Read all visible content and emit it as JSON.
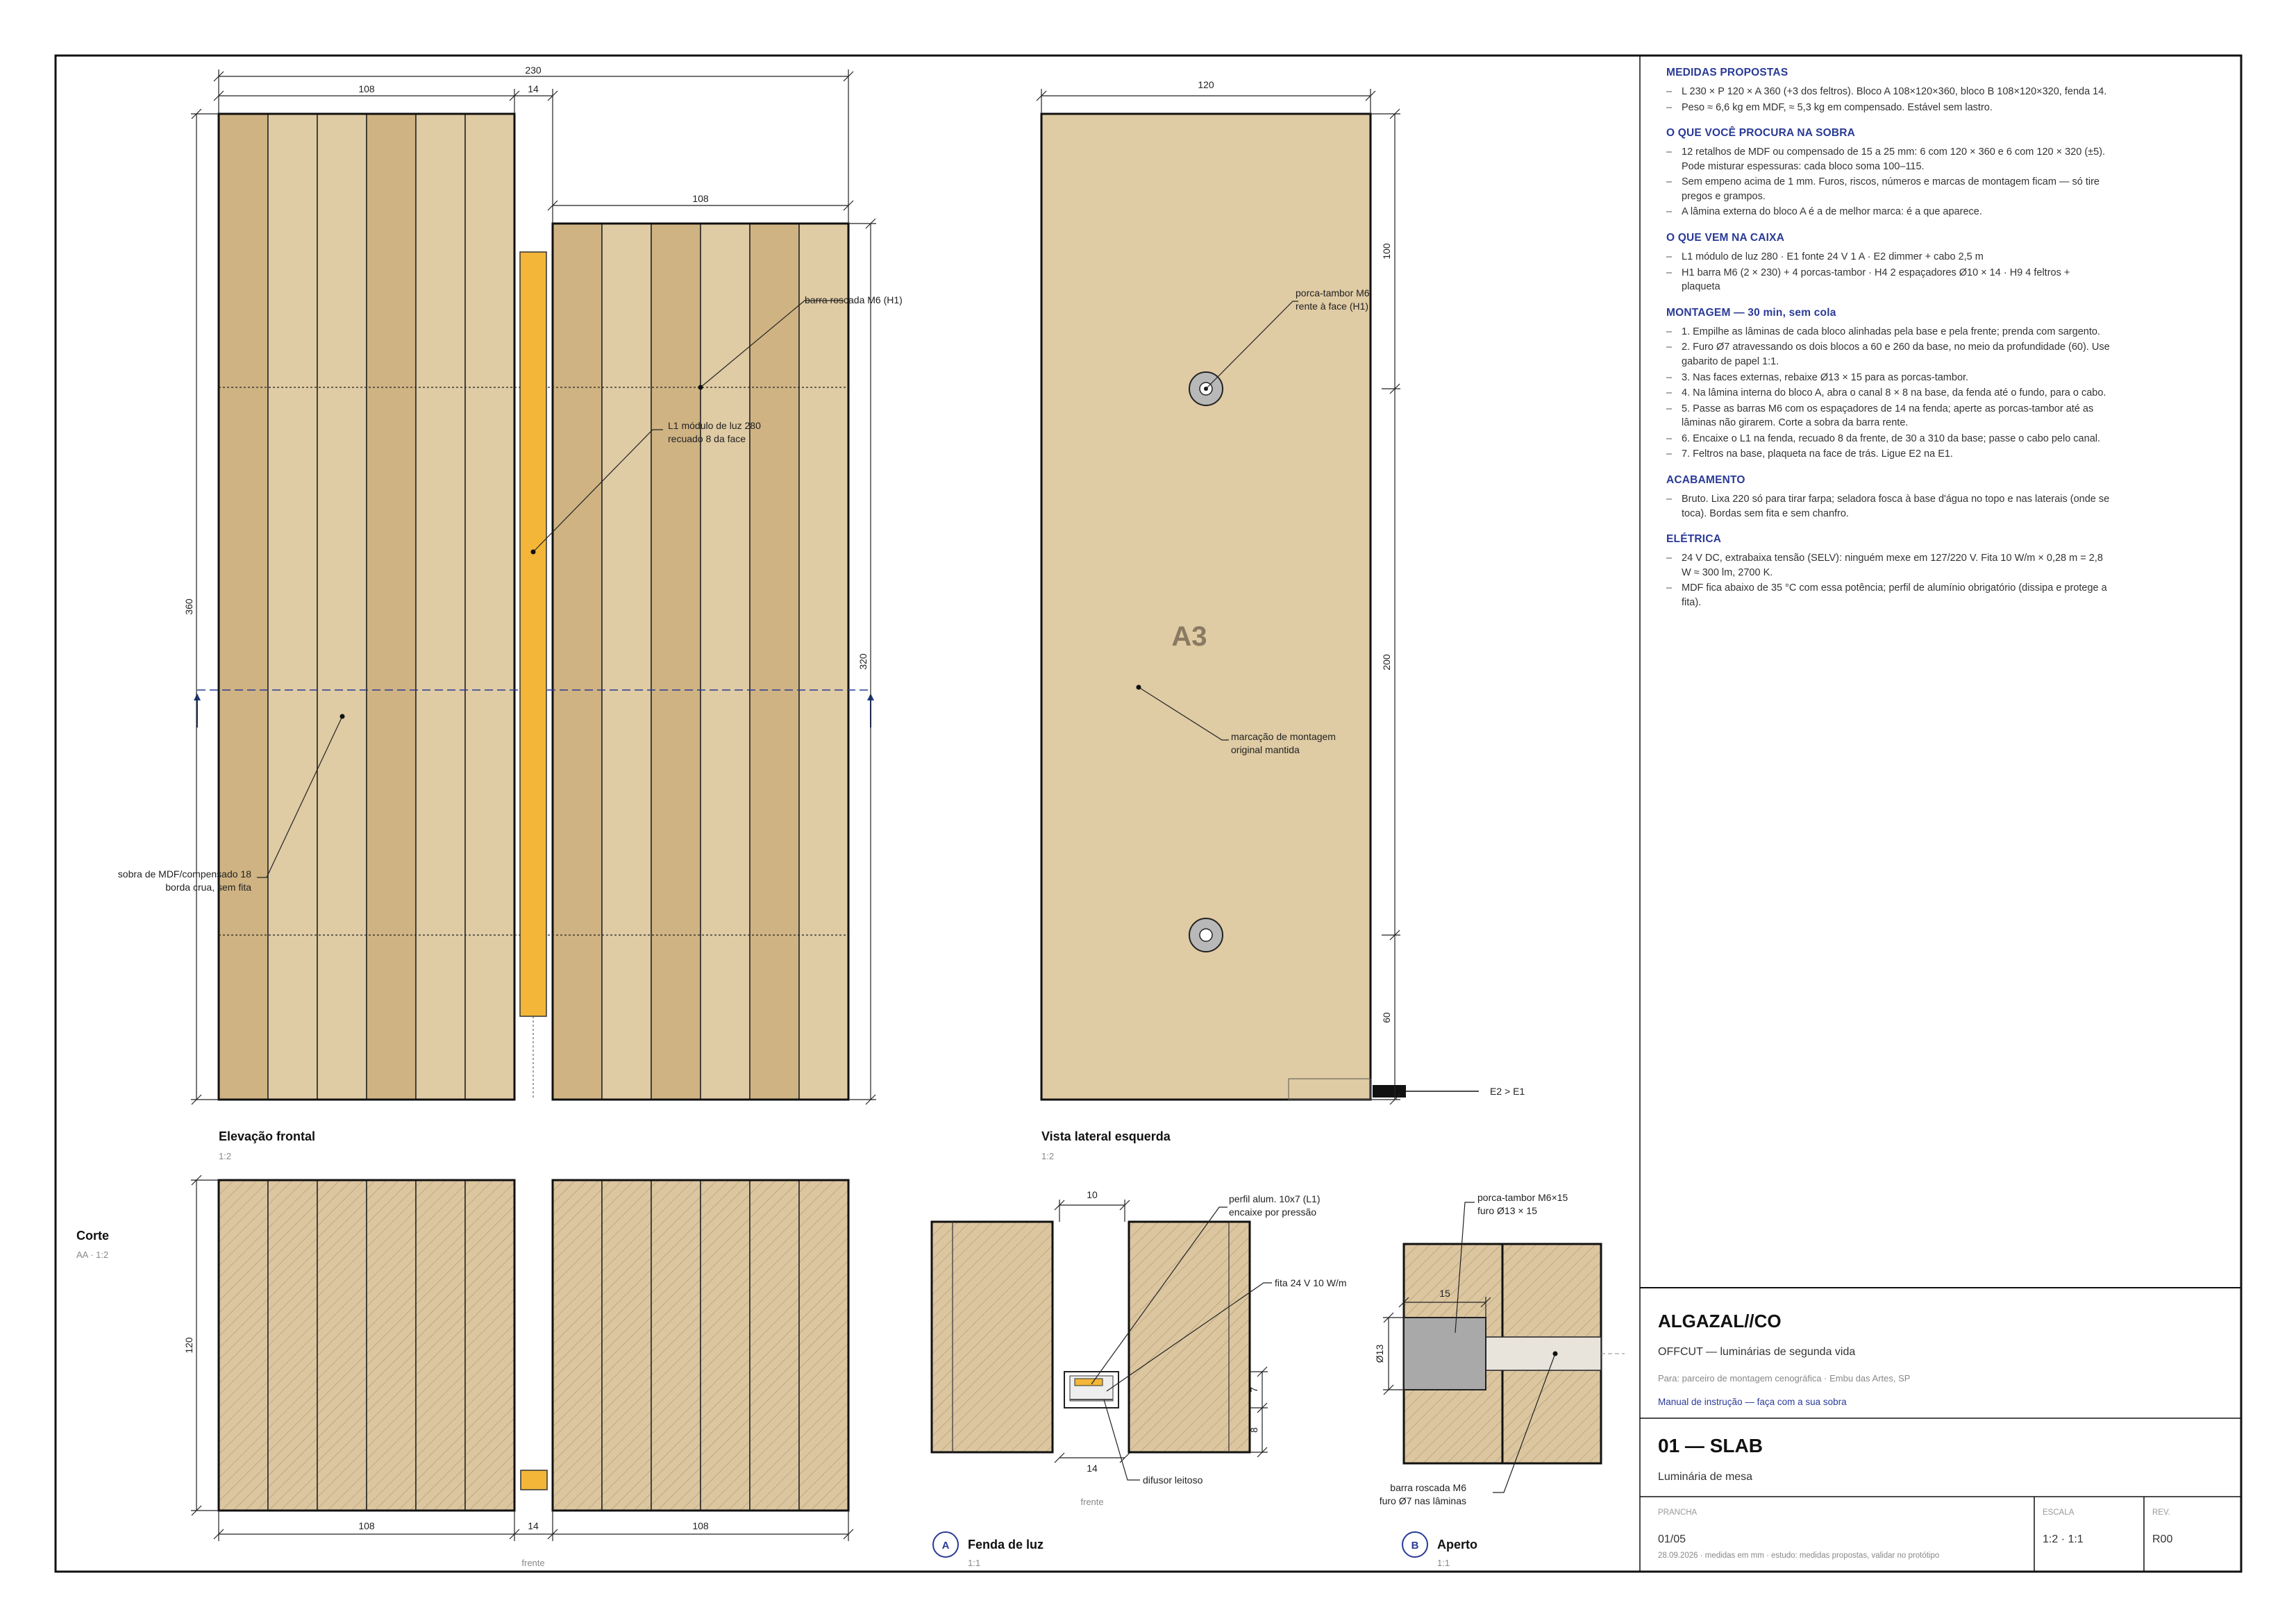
{
  "drawing": {
    "overall_width": "230",
    "block_a_width": "108",
    "gap_width": "14",
    "block_b_width": "108",
    "block_a_height": "360",
    "block_b_height": "320",
    "side_depth": "120",
    "side_dim_top": "100",
    "side_dim_mid": "200",
    "side_dim_bottom": "60",
    "section_height": "120",
    "label_rod": "barra roscada M6 (H1)",
    "label_light_1": "L1 módulo de luz 280",
    "label_light_2": "recuado 8 da face",
    "label_offcut_1": "sobra de MDF/compensado 18",
    "label_offcut_2": "borda crua, sem fita",
    "label_nut_1": "porca-tambor M6",
    "label_nut_2": "rente à face (H1)",
    "stamp": "A3",
    "label_mark_1": "marcação de montagem",
    "label_mark_2": "original mantida",
    "label_power": "E2 > E1",
    "view_front_title": "Elevação frontal",
    "view_front_scale": "1:2",
    "view_side_title": "Vista lateral esquerda",
    "view_side_scale": "1:2",
    "section_title": "Corte",
    "section_scale": "AA · 1:2",
    "front_label": "frente",
    "detail_a": {
      "marker": "A",
      "title": "Fenda de luz",
      "scale": "1:1",
      "dim_gap": "10",
      "dim_channel": "14",
      "dim_7": "7",
      "dim_8": "8",
      "label_profile_1": "perfil alum. 10x7 (L1)",
      "label_profile_2": "encaixe por pressão",
      "label_strip": "fita 24 V 10 W/m",
      "label_diffuser": "difusor leitoso",
      "front_label": "frente"
    },
    "detail_b": {
      "marker": "B",
      "title": "Aperto",
      "scale": "1:1",
      "label_nut_1": "porca-tambor M6×15",
      "label_nut_2": "furo Ø13 × 15",
      "label_rod_1": "barra roscada M6",
      "label_rod_2": "furo Ø7 nas lâminas",
      "dim_15": "15",
      "dim_13": "Ø13"
    }
  },
  "notes": {
    "sections": [
      {
        "title": "MEDIDAS PROPOSTAS",
        "items": [
          "L 230 × P 120 × A 360 (+3 dos feltros). Bloco A 108×120×360, bloco B 108×120×320, fenda 14.",
          "Peso ≈ 6,6 kg em MDF, ≈ 5,3 kg em compensado. Estável sem lastro."
        ]
      },
      {
        "title": "O QUE VOCÊ PROCURA NA SOBRA",
        "items": [
          "12 retalhos de MDF ou compensado de 15 a 25 mm: 6 com 120 × 360 e 6 com 120 × 320 (±5). Pode misturar espessuras: cada bloco soma 100–115.",
          "Sem empeno acima de 1 mm. Furos, riscos, números e marcas de montagem ficam — só tire pregos e grampos.",
          "A lâmina externa do bloco A é a de melhor marca: é a que aparece."
        ]
      },
      {
        "title": "O QUE VEM NA CAIXA",
        "items": [
          "L1 módulo de luz 280 · E1 fonte 24 V 1 A · E2 dimmer + cabo 2,5 m",
          "H1 barra M6 (2 × 230) + 4 porcas-tambor · H4 2 espaçadores Ø10 × 14 · H9 4 feltros + plaqueta"
        ]
      },
      {
        "title": "MONTAGEM — 30 min, sem cola",
        "items": [
          "1. Empilhe as lâminas de cada bloco alinhadas pela base e pela frente; prenda com sargento.",
          "2. Furo Ø7 atravessando os dois blocos a 60 e 260 da base, no meio da profundidade (60). Use gabarito de papel 1:1.",
          "3. Nas faces externas, rebaixe Ø13 × 15 para as porcas-tambor.",
          "4. Na lâmina interna do bloco A, abra o canal 8 × 8 na base, da fenda até o fundo, para o cabo.",
          "5. Passe as barras M6 com os espaçadores de 14 na fenda; aperte as porcas-tambor até as lâminas não girarem. Corte a sobra da barra rente.",
          "6. Encaixe o L1 na fenda, recuado 8 da frente, de 30 a 310 da base; passe o cabo pelo canal.",
          "7. Feltros na base, plaqueta na face de trás. Ligue E2 na E1."
        ]
      },
      {
        "title": "ACABAMENTO",
        "items": [
          "Bruto. Lixa 220 só para tirar farpa; seladora fosca à base d'água no topo e nas laterais (onde se toca). Bordas sem fita e sem chanfro."
        ]
      },
      {
        "title": "ELÉTRICA",
        "items": [
          "24 V DC, extrabaixa tensão (SELV): ninguém mexe em 127/220 V. Fita 10 W/m × 0,28 m = 2,8 W ≈ 300 lm, 2700 K.",
          "MDF fica abaixo de 35 °C com essa potência; perfil de alumínio obrigatório (dissipa e protege a fita)."
        ]
      }
    ]
  },
  "title_block": {
    "company": "ALGAZAL//CO",
    "collection": "OFFCUT — luminárias de segunda vida",
    "for_line": "Para: parceiro de montagem cenográfica · Embu das Artes, SP",
    "manual_line": "Manual de instrução — faça com a sua sobra",
    "product": "01 — SLAB",
    "product_sub": "Luminária de mesa",
    "sheet_label": "PRANCHA",
    "sheet_value": "01/05",
    "scale_label": "ESCALA",
    "scale_value": "1:2 · 1:1",
    "rev_label": "REV.",
    "rev_value": "R00",
    "footer": "28.09.2026 · medidas em mm · estudo: medidas propostas, validar no protótipo"
  },
  "colors": {
    "wood_light": "#dfcba4",
    "wood_dark": "#cfb383",
    "light_module": "#f3b638",
    "accent_blue": "#2a3a96",
    "steel": "#a9a9a9"
  }
}
